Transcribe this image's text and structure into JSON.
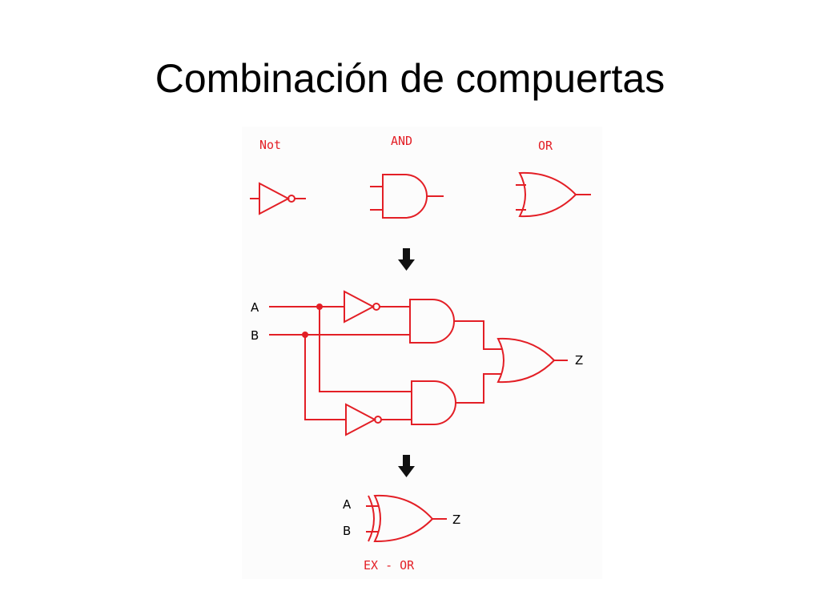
{
  "title": "Combinación de compuertas",
  "colors": {
    "circuit": "#e31f26",
    "text": "#000000",
    "arrow": "#111111"
  },
  "gates": {
    "not_label": "Not",
    "and_label": "AND",
    "or_label": "OR"
  },
  "circuit": {
    "input_a": "A",
    "input_b": "B",
    "output": "Z"
  },
  "xor": {
    "input_a": "A",
    "input_b": "B",
    "output": "Z",
    "label": "EX - OR"
  },
  "icons": [
    "down-arrow-icon",
    "down-arrow-icon"
  ]
}
